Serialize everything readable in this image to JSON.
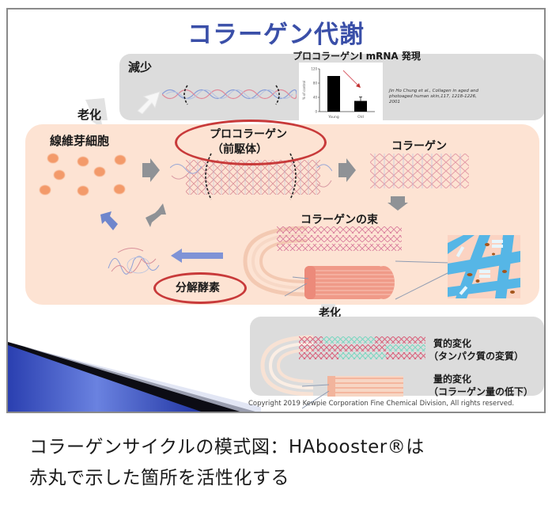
{
  "slide": {
    "title": "コラーゲン代謝",
    "top_panel": {
      "label_decrease": "減少",
      "chart_title": "プロコラーゲンⅠ mRNA 発現",
      "citation": "Jin Ho Chung et al., Collagen in aged and photoaged human skin,117, 1218-1226, 2001"
    },
    "label_aging_top": "老化",
    "main_panel": {
      "label_fibroblast": "線維芽細胞",
      "label_procollagen_line1": "プロコラーゲン",
      "label_procollagen_line2": "（前駆体）",
      "label_collagen": "コラーゲン",
      "label_collagen_bundle": "コラーゲンの束",
      "label_enzyme": "分解酵素"
    },
    "label_aging_bottom": "老化",
    "bottom_panel": {
      "qualitative_line1": "質的変化",
      "qualitative_line2": "（タンパク質の変質）",
      "quantitative_line1": "量的変化",
      "quantitative_line2": "（コラーゲン量の低下）"
    },
    "copyright": "Copyright 2019 Kewpie Corporation Fine Chemical Division,  All rights reserved."
  },
  "caption": {
    "line1": "コラーゲンサイクルの模式図：HAbooster®は",
    "line2": "赤丸で示した箇所を活性化する"
  },
  "colors": {
    "title_blue": "#3a4fa8",
    "highlight_red": "#c83a3a",
    "peach_bg": "#fde3d3",
    "gray_panel": "#dcdcdc"
  },
  "chart_data": {
    "type": "bar",
    "title": "プロコラーゲンⅠ mRNA 発現",
    "categories": [
      "Young",
      "Old"
    ],
    "values": [
      100,
      30
    ],
    "ylabel": "% of control",
    "xlabel": "",
    "ylim": [
      0,
      120
    ],
    "yticks": [
      0,
      40,
      80,
      120
    ],
    "grid": false
  }
}
